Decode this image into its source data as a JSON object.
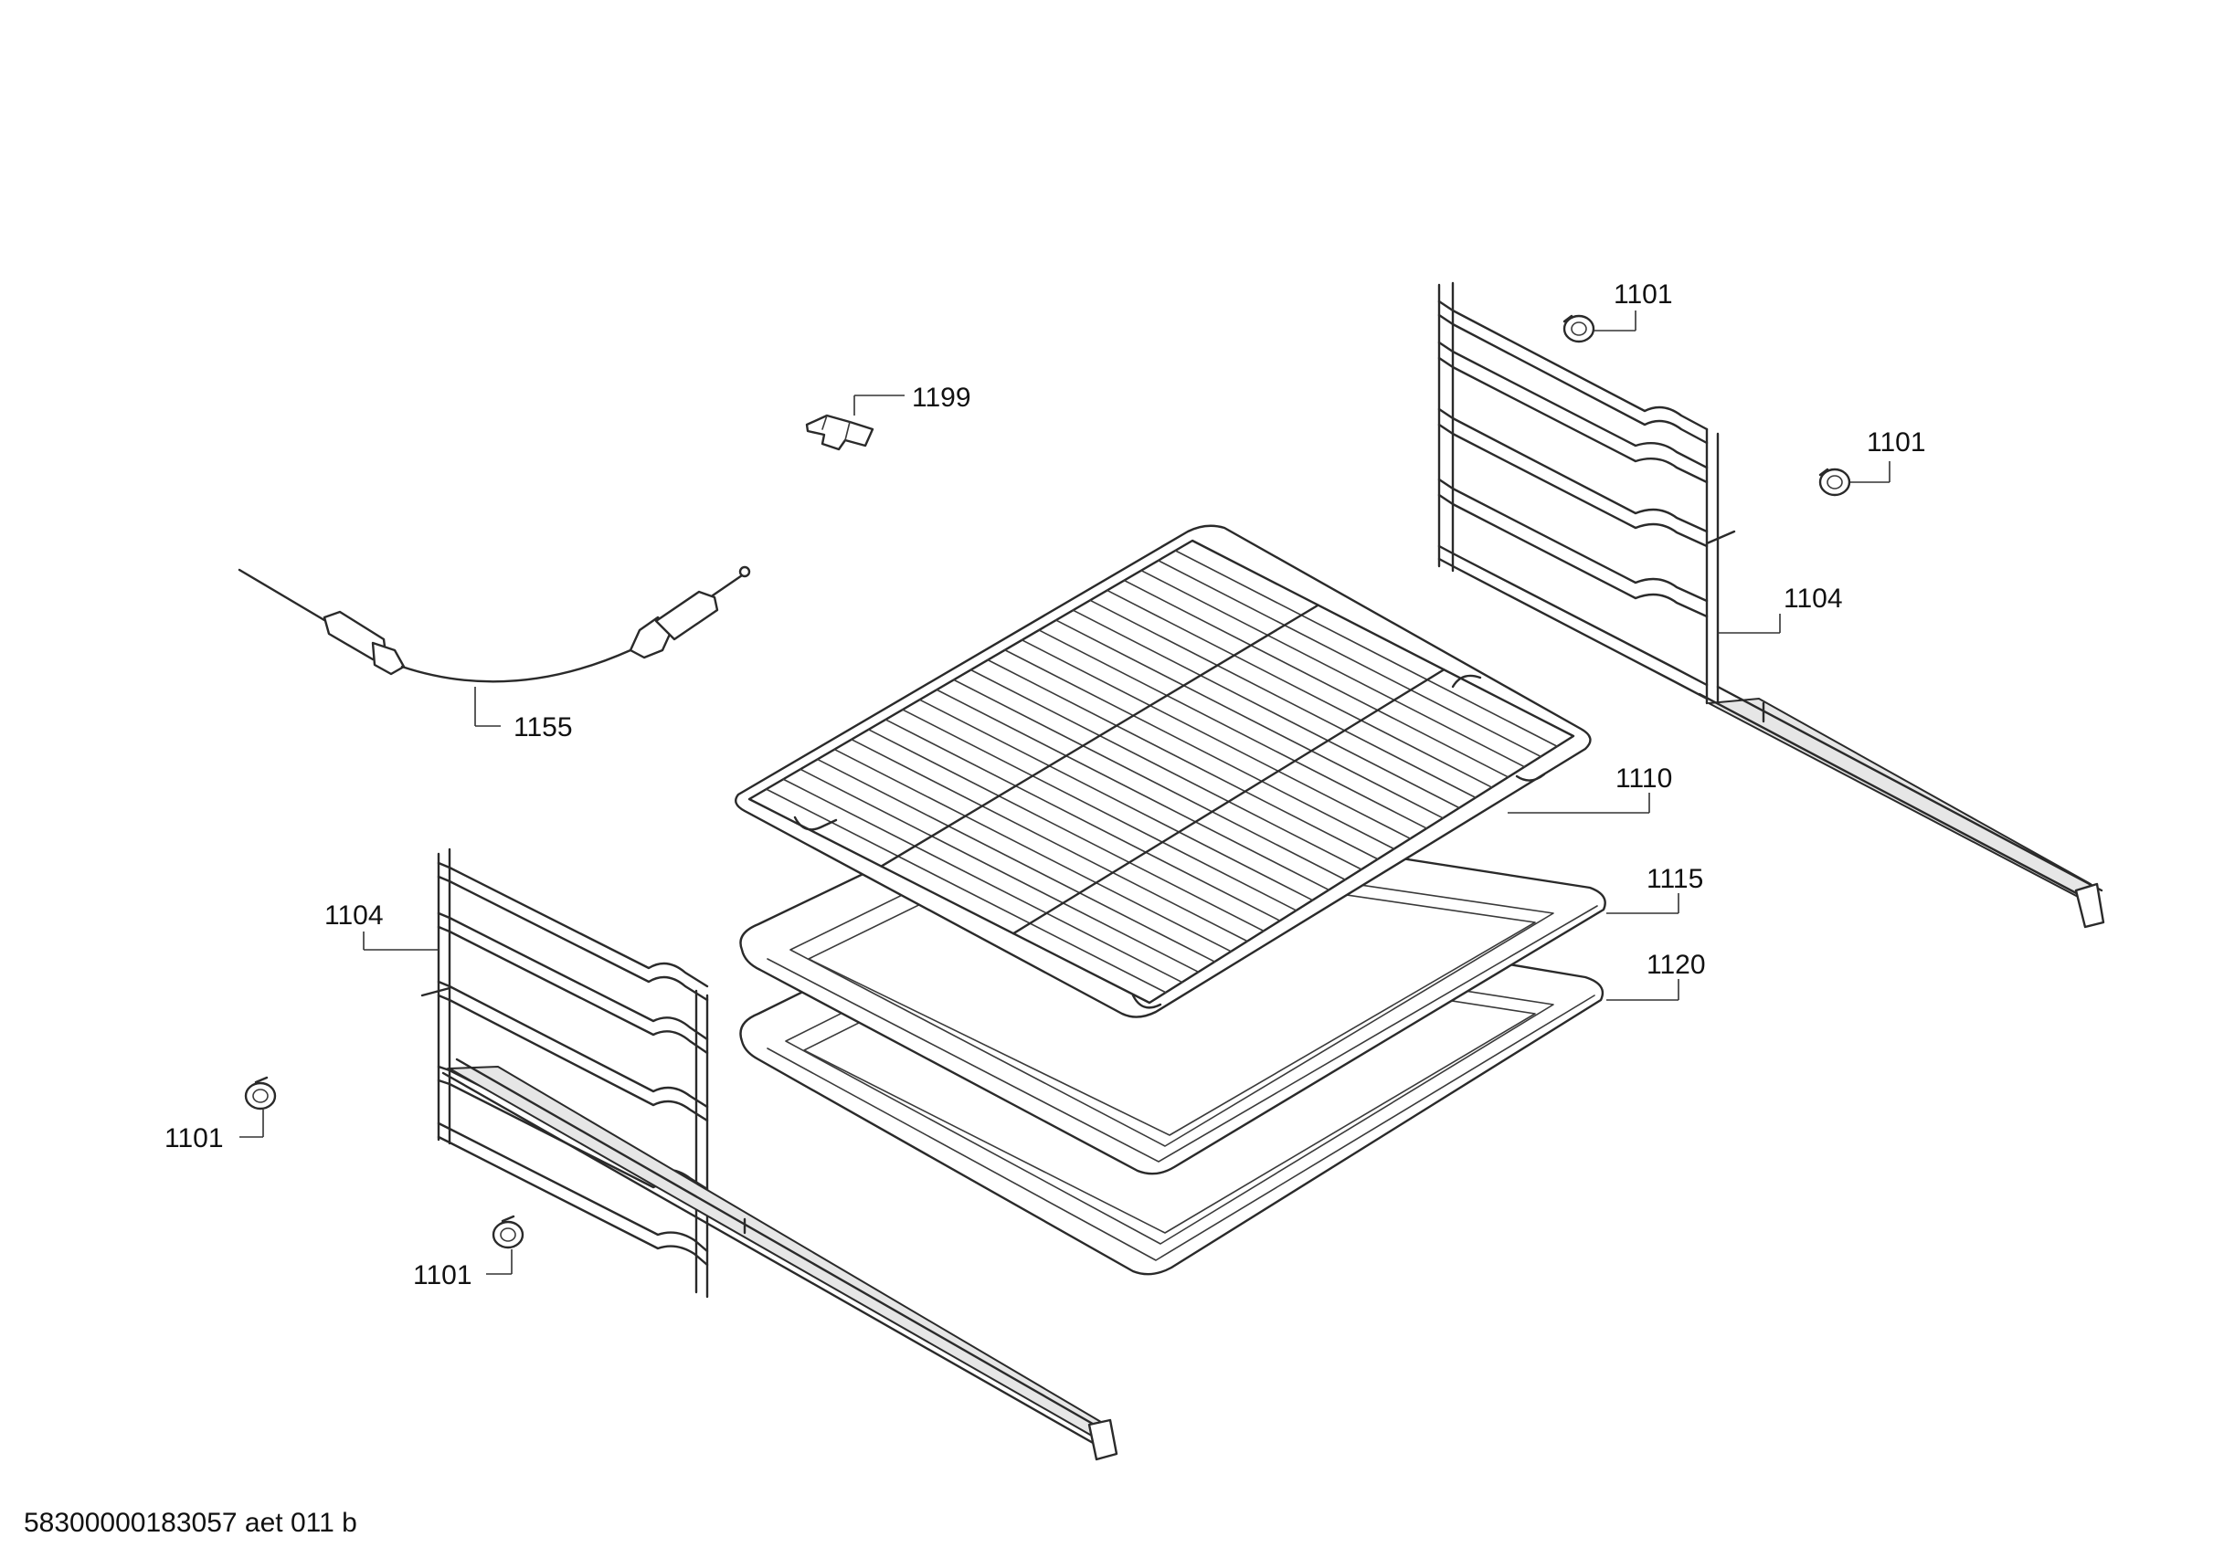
{
  "callouts": {
    "c1101_top": "1101",
    "c1199": "1199",
    "c1101_right": "1101",
    "c1104_right": "1104",
    "c1155": "1155",
    "c1110": "1110",
    "c1104_left": "1104",
    "c1115": "1115",
    "c1120": "1120",
    "c1101_left": "1101",
    "c1101_bottom": "1101"
  },
  "footer": {
    "document_code": "58300000183057 aet 011 b"
  }
}
